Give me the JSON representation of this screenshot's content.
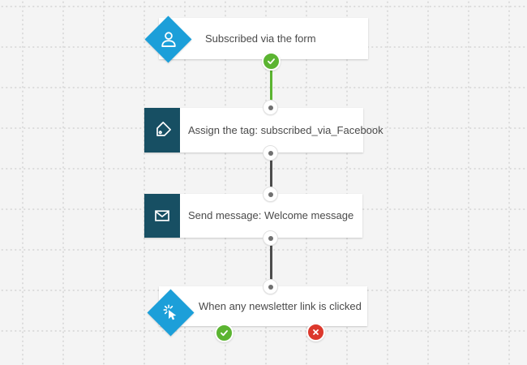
{
  "app": {
    "view": "marketing-automation-workflow-canvas"
  },
  "palette": {
    "background": "#f4f4f4",
    "grid_dot": "#dcdcdc",
    "condition_blue": "#1c9fd9",
    "action_teal": "#174f63",
    "positive_green": "#5bb431",
    "negative_red": "#dc382c",
    "connector_dark": "#4c4c4c",
    "label_text": "#4a4a4a"
  },
  "workflow": {
    "nodes": [
      {
        "id": "trigger-subscribed",
        "shape": "diamond",
        "icon": "user-icon",
        "label": "Subscribed via the form",
        "ports": [
          "positive"
        ]
      },
      {
        "id": "action-assign-tag",
        "shape": "square",
        "icon": "tag-icon",
        "label": "Assign the tag: subscribed_via_Facebook",
        "ports": []
      },
      {
        "id": "action-send-message",
        "shape": "square",
        "icon": "envelope-icon",
        "label": "Send message: Welcome message",
        "ports": []
      },
      {
        "id": "condition-link-clicked",
        "shape": "diamond",
        "icon": "click-icon",
        "label": "When any newsletter link is clicked",
        "ports": [
          "positive",
          "negative"
        ]
      }
    ],
    "connections": [
      {
        "from": "trigger-subscribed",
        "to": "action-assign-tag",
        "type": "positive"
      },
      {
        "from": "action-assign-tag",
        "to": "action-send-message",
        "type": "neutral"
      },
      {
        "from": "action-send-message",
        "to": "condition-link-clicked",
        "type": "neutral"
      }
    ]
  }
}
